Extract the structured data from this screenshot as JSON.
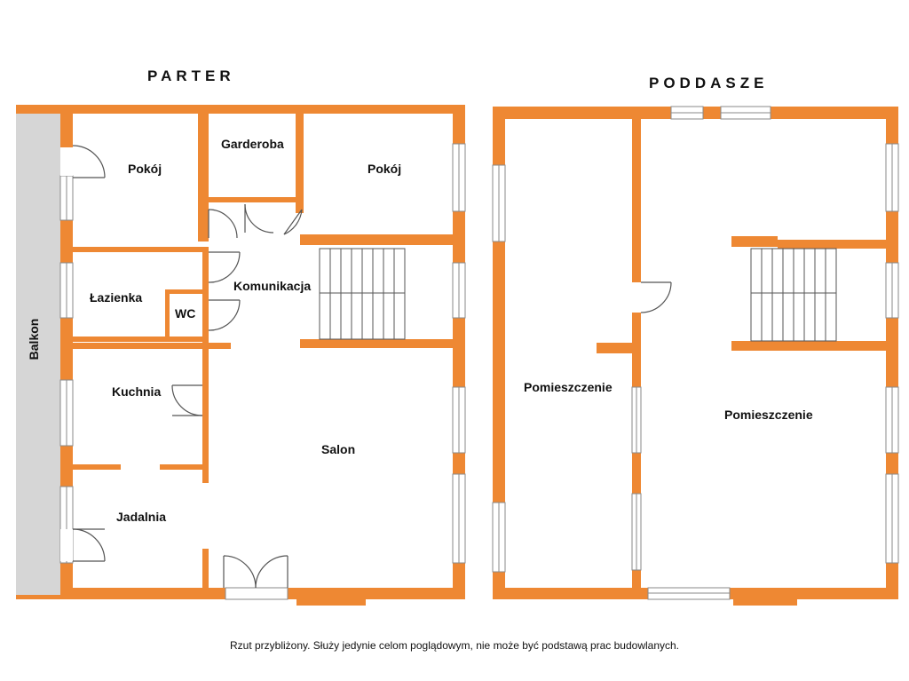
{
  "floors": {
    "parter": {
      "title": "PARTER"
    },
    "poddasze": {
      "title": "PODDASZE"
    }
  },
  "rooms": {
    "balkon": "Balkon",
    "pokoj_left": "Pokój",
    "garderoba": "Garderoba",
    "pokoj_right": "Pokój",
    "lazienka": "Łazienka",
    "wc": "WC",
    "komunikacja": "Komunikacja",
    "kuchnia": "Kuchnia",
    "salon": "Salon",
    "jadalnia": "Jadalnia",
    "pomieszczenie_left": "Pomieszczenie",
    "pomieszczenie_right": "Pomieszczenie"
  },
  "colors": {
    "wall": "#EE8833",
    "balcony": "#D6D6D6",
    "window_stroke": "#8A8A8A",
    "door_stroke": "#555555"
  },
  "disclaimer": "Rzut przybliżony. Służy jedynie celom poglądowym, nie może być podstawą prac budowlanych."
}
